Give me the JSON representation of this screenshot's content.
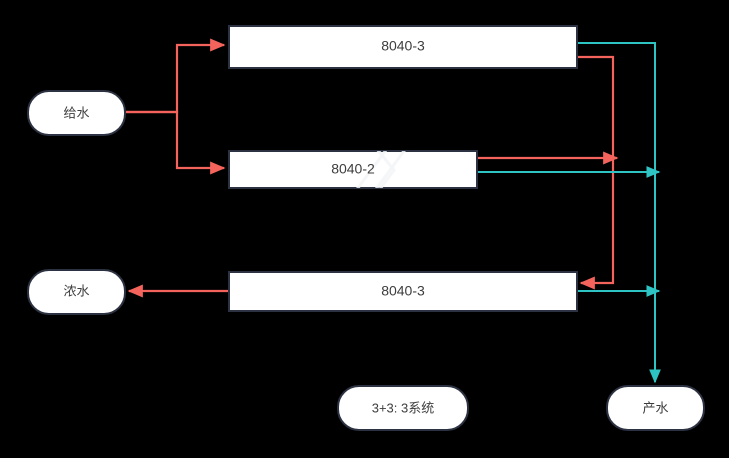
{
  "diagram": {
    "title": "3+3: 3系统 membrane array flow diagram",
    "background_color": "#000000",
    "colors": {
      "node_fill": "#ffffff",
      "node_stroke": "#2c3241",
      "text": "#3d3d3d",
      "feed_flow": "#f4645c",
      "permeate_flow": "#2ec4c4"
    },
    "nodes": {
      "feed": {
        "label": "给水",
        "shape": "rounded-rect"
      },
      "vessel_stage1_top": {
        "label": "8040-3",
        "shape": "rect"
      },
      "vessel_stage1_bottom": {
        "label": "8040-2",
        "shape": "rect"
      },
      "vessel_stage2": {
        "label": "8040-3",
        "shape": "rect"
      },
      "concentrate": {
        "label": "浓水",
        "shape": "rounded-rect"
      },
      "permeate": {
        "label": "产水",
        "shape": "rounded-rect"
      },
      "system_caption": {
        "label": "3+3: 3系统",
        "shape": "rounded-rect"
      }
    },
    "edges": [
      {
        "name": "feed-to-vessel-top",
        "from": "feed",
        "to": "vessel_stage1_top",
        "color": "#f4645c"
      },
      {
        "name": "feed-to-vessel-bottom",
        "from": "feed",
        "to": "vessel_stage1_bottom",
        "color": "#f4645c"
      },
      {
        "name": "vessel-bottom-concentrate-to-stage2",
        "from": "vessel_stage1_bottom",
        "to": "vessel_stage2",
        "color": "#f4645c"
      },
      {
        "name": "vessel-top-concentrate-to-stage2",
        "from": "vessel_stage1_top",
        "to": "vessel_stage2",
        "color": "#f4645c"
      },
      {
        "name": "stage2-to-concentrate",
        "from": "vessel_stage2",
        "to": "concentrate",
        "color": "#f4645c"
      },
      {
        "name": "vessel-top-permeate",
        "from": "vessel_stage1_top",
        "to": "permeate",
        "color": "#2ec4c4"
      },
      {
        "name": "vessel-bottom-permeate",
        "from": "vessel_stage1_bottom",
        "to": "permeate",
        "color": "#2ec4c4"
      },
      {
        "name": "stage2-permeate",
        "from": "vessel_stage2",
        "to": "permeate",
        "color": "#2ec4c4"
      }
    ]
  }
}
